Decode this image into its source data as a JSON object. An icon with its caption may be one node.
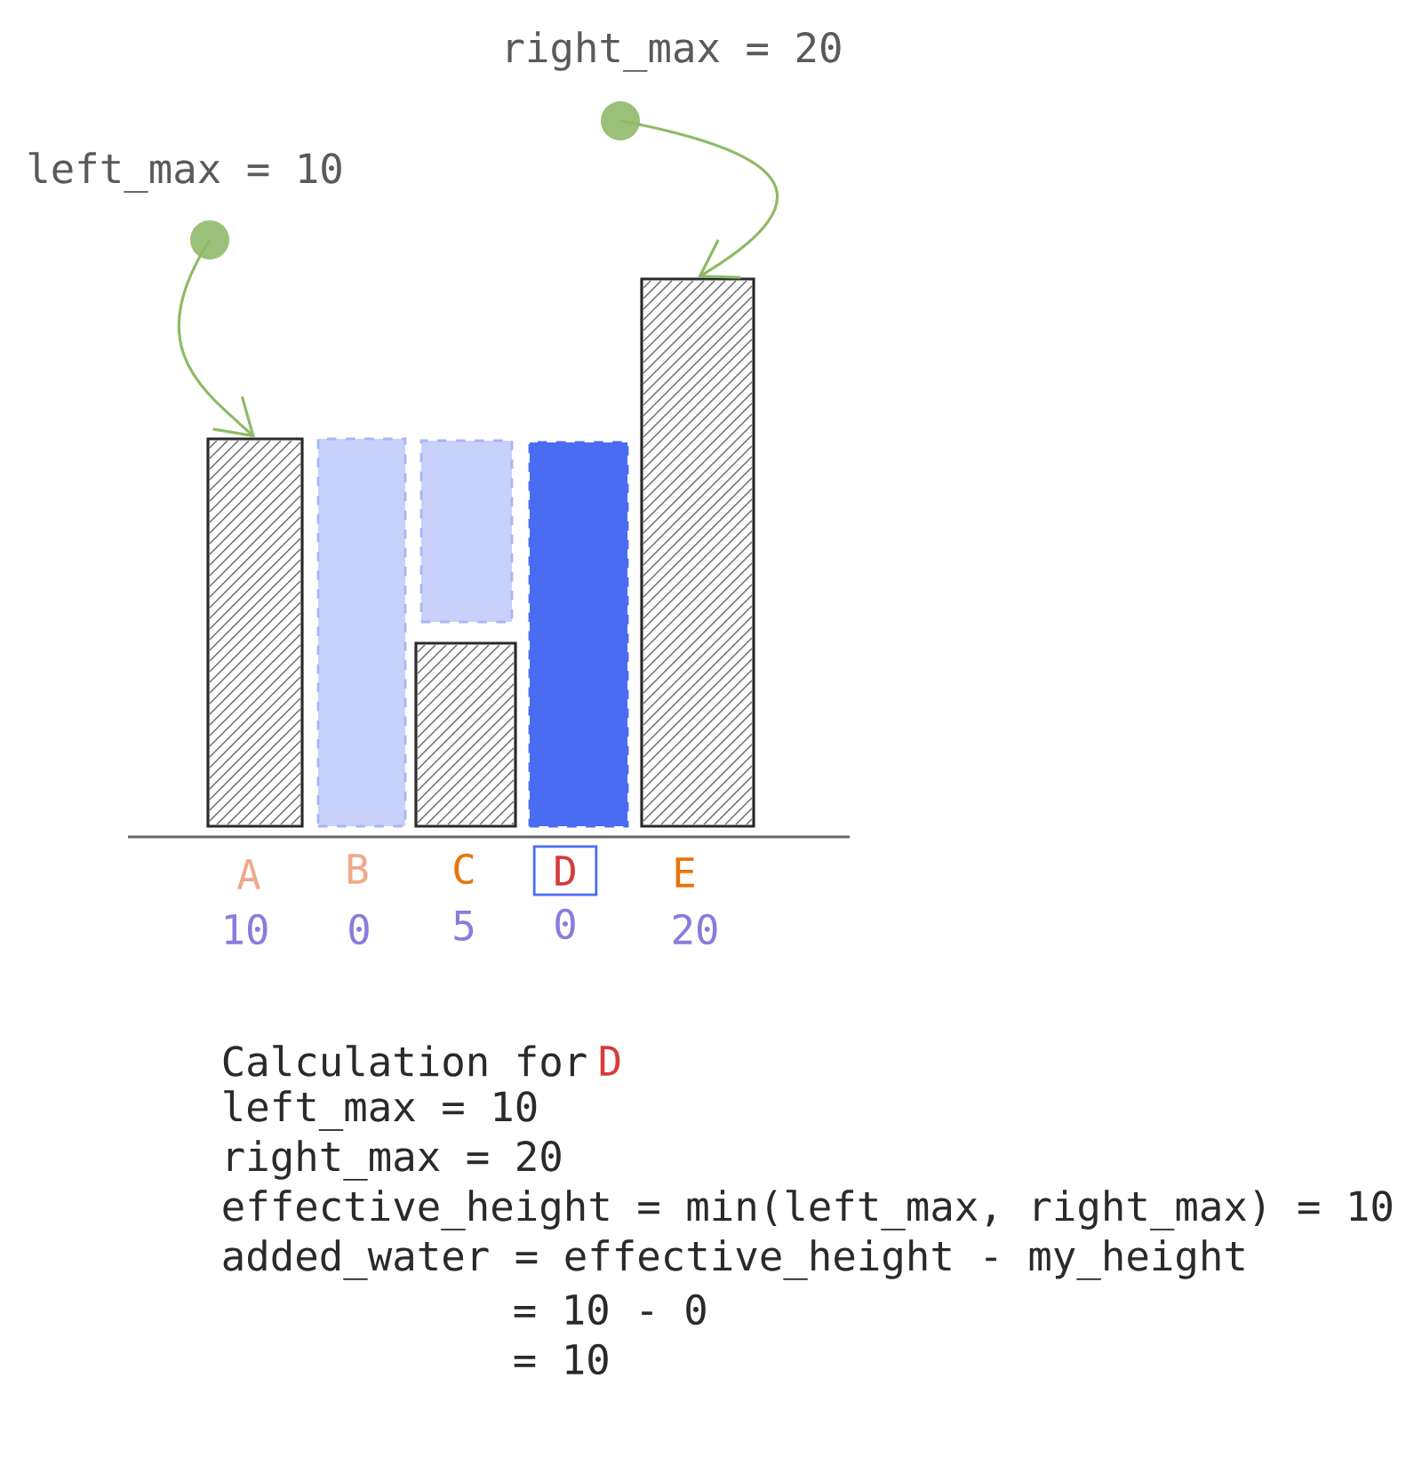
{
  "diagram": {
    "nodes": [
      {
        "text": [],
        "shape": "circle"
      },
      {
        "text": [],
        "shape": "circle"
      },
      {
        "text": [],
        "shape": "bar"
      },
      {
        "text": [],
        "shape": "bar"
      },
      {
        "text": [],
        "shape": "bar"
      },
      {
        "text": [],
        "shape": "bar"
      },
      {
        "text": [],
        "shape": "bar"
      },
      {
        "text": [],
        "shape": "bar"
      },
      {
        "text": [
          "D"
        ]
      }
    ],
    "edges": [
      {
        "from": 0,
        "to": 7,
        "arrow": "to"
      },
      {
        "from": 1,
        "to": 2,
        "arrow": "to"
      }
    ],
    "labels": [
      "right_max = 20",
      "left_max = 10",
      "A",
      "B",
      "C",
      "E",
      "10",
      "0",
      "5",
      "0",
      "20",
      "Calculation for",
      "D",
      "left_max = 10",
      "right_max = 20",
      "effective_height = min(left_max, right_max) = 10",
      "added_water = effective_height - my_height",
      "= 10 - 0",
      "= 10"
    ]
  }
}
